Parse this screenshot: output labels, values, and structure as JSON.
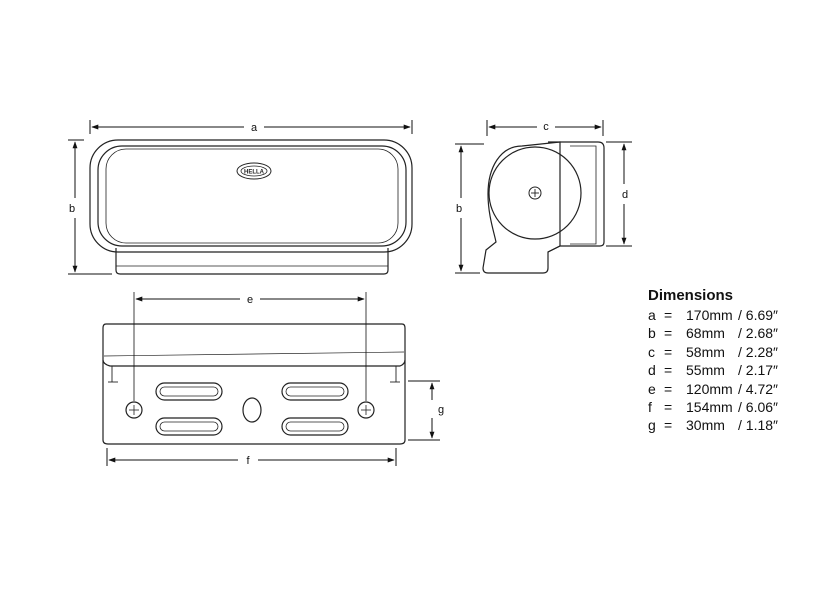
{
  "labels": {
    "front_width": "a",
    "front_height": "b",
    "side_depth": "c",
    "side_height": "b",
    "side_lens": "d",
    "bottom_holes": "e",
    "bottom_width": "f",
    "bottom_height": "g"
  },
  "logo_text": "HELLA",
  "dimensions": {
    "title": "Dimensions",
    "rows": [
      {
        "key": "a",
        "eq": "=",
        "mm": "170mm",
        "inch": "/ 6.69″"
      },
      {
        "key": "b",
        "eq": "=",
        "mm": "68mm",
        "inch": "/ 2.68″"
      },
      {
        "key": "c",
        "eq": "=",
        "mm": "58mm",
        "inch": "/ 2.28″"
      },
      {
        "key": "d",
        "eq": "=",
        "mm": "55mm",
        "inch": "/ 2.17″"
      },
      {
        "key": "e",
        "eq": "=",
        "mm": "120mm",
        "inch": "/ 4.72″"
      },
      {
        "key": "f",
        "eq": "=",
        "mm": "154mm",
        "inch": "/ 6.06″"
      },
      {
        "key": "g",
        "eq": "=",
        "mm": "30mm",
        "inch": "/ 1.18″"
      }
    ]
  }
}
